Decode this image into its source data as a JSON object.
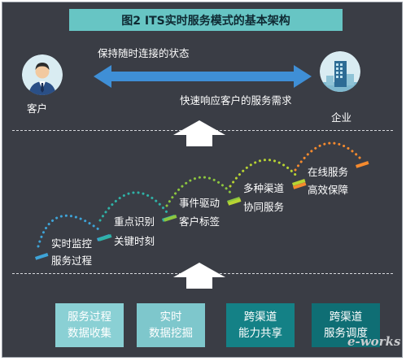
{
  "title": "图2  ITS实时服务模式的基本架构",
  "top": {
    "customer_label": "客户",
    "enterprise_label": "企业",
    "arrow_top_text": "保持随时连接的状态",
    "arrow_bottom_text": "快速响应客户的服务需求"
  },
  "stairs": [
    {
      "line1": "实时监控",
      "line2": "服务过程",
      "color": "#3ea4d8"
    },
    {
      "line1": "重点识别",
      "line2": "关键时刻",
      "color": "#2fb2a7"
    },
    {
      "line1": "事件驱动",
      "line2": "客户标签",
      "color": "#8cc63f"
    },
    {
      "line1": "多种渠道",
      "line2": "协同服务",
      "color": "#b8d433"
    },
    {
      "line1": "在线服务",
      "line2": "高效保障",
      "color": "#f58a2e"
    }
  ],
  "boxes": [
    {
      "line1": "服务过程",
      "line2": "数据收集"
    },
    {
      "line1": "实时",
      "line2": "数据挖掘"
    },
    {
      "line1": "跨渠道",
      "line2": "能力共享"
    },
    {
      "line1": "跨渠道",
      "line2": "服务调度"
    }
  ],
  "watermark": "e-works"
}
